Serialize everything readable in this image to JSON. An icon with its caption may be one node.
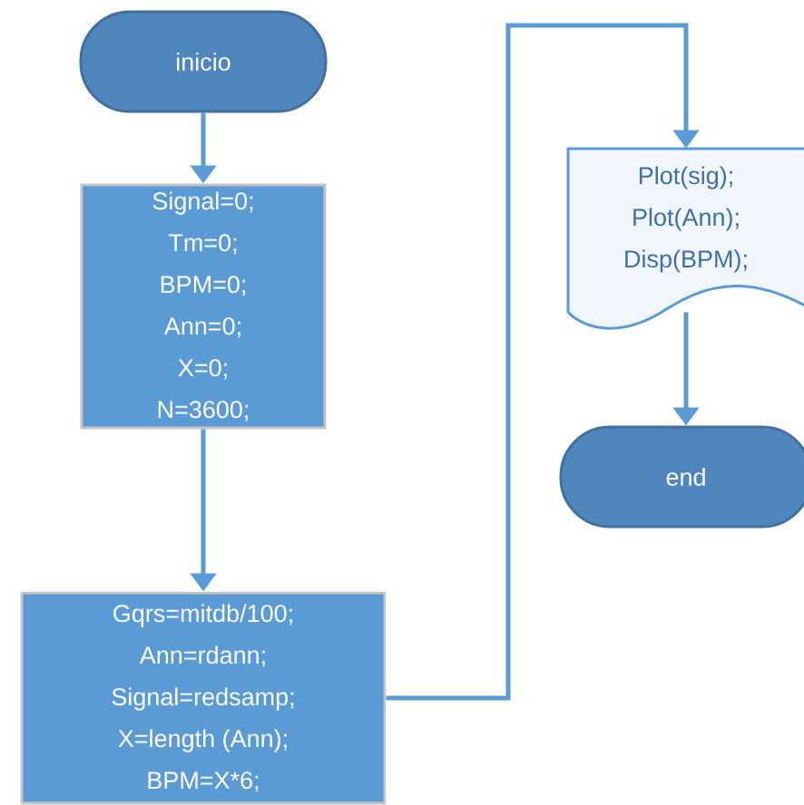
{
  "diagram": {
    "nodes": [
      {
        "text": [
          "inicio"
        ]
      },
      {
        "text": [
          "Signal=0;",
          "Tm=0;",
          "BPM=0;",
          "Ann=0;",
          "X=0;",
          "N=3600;"
        ]
      },
      {
        "text": [
          "Gqrs=mitdb/100;",
          "Ann=rdann;",
          "Signal=redsamp;",
          "X=length (Ann);",
          "BPM=X*6;"
        ]
      },
      {
        "text": [
          "Plot(sig);",
          "Plot(Ann);",
          "Disp(BPM);"
        ]
      },
      {
        "text": [
          "end"
        ]
      }
    ],
    "edges": [
      {
        "from": 0,
        "to": 1,
        "arrow": "to"
      },
      {
        "from": 1,
        "to": 2,
        "arrow": "to"
      },
      {
        "from": 2,
        "to": 3,
        "arrow": "to"
      },
      {
        "from": 3,
        "to": 4,
        "arrow": "to"
      }
    ]
  }
}
